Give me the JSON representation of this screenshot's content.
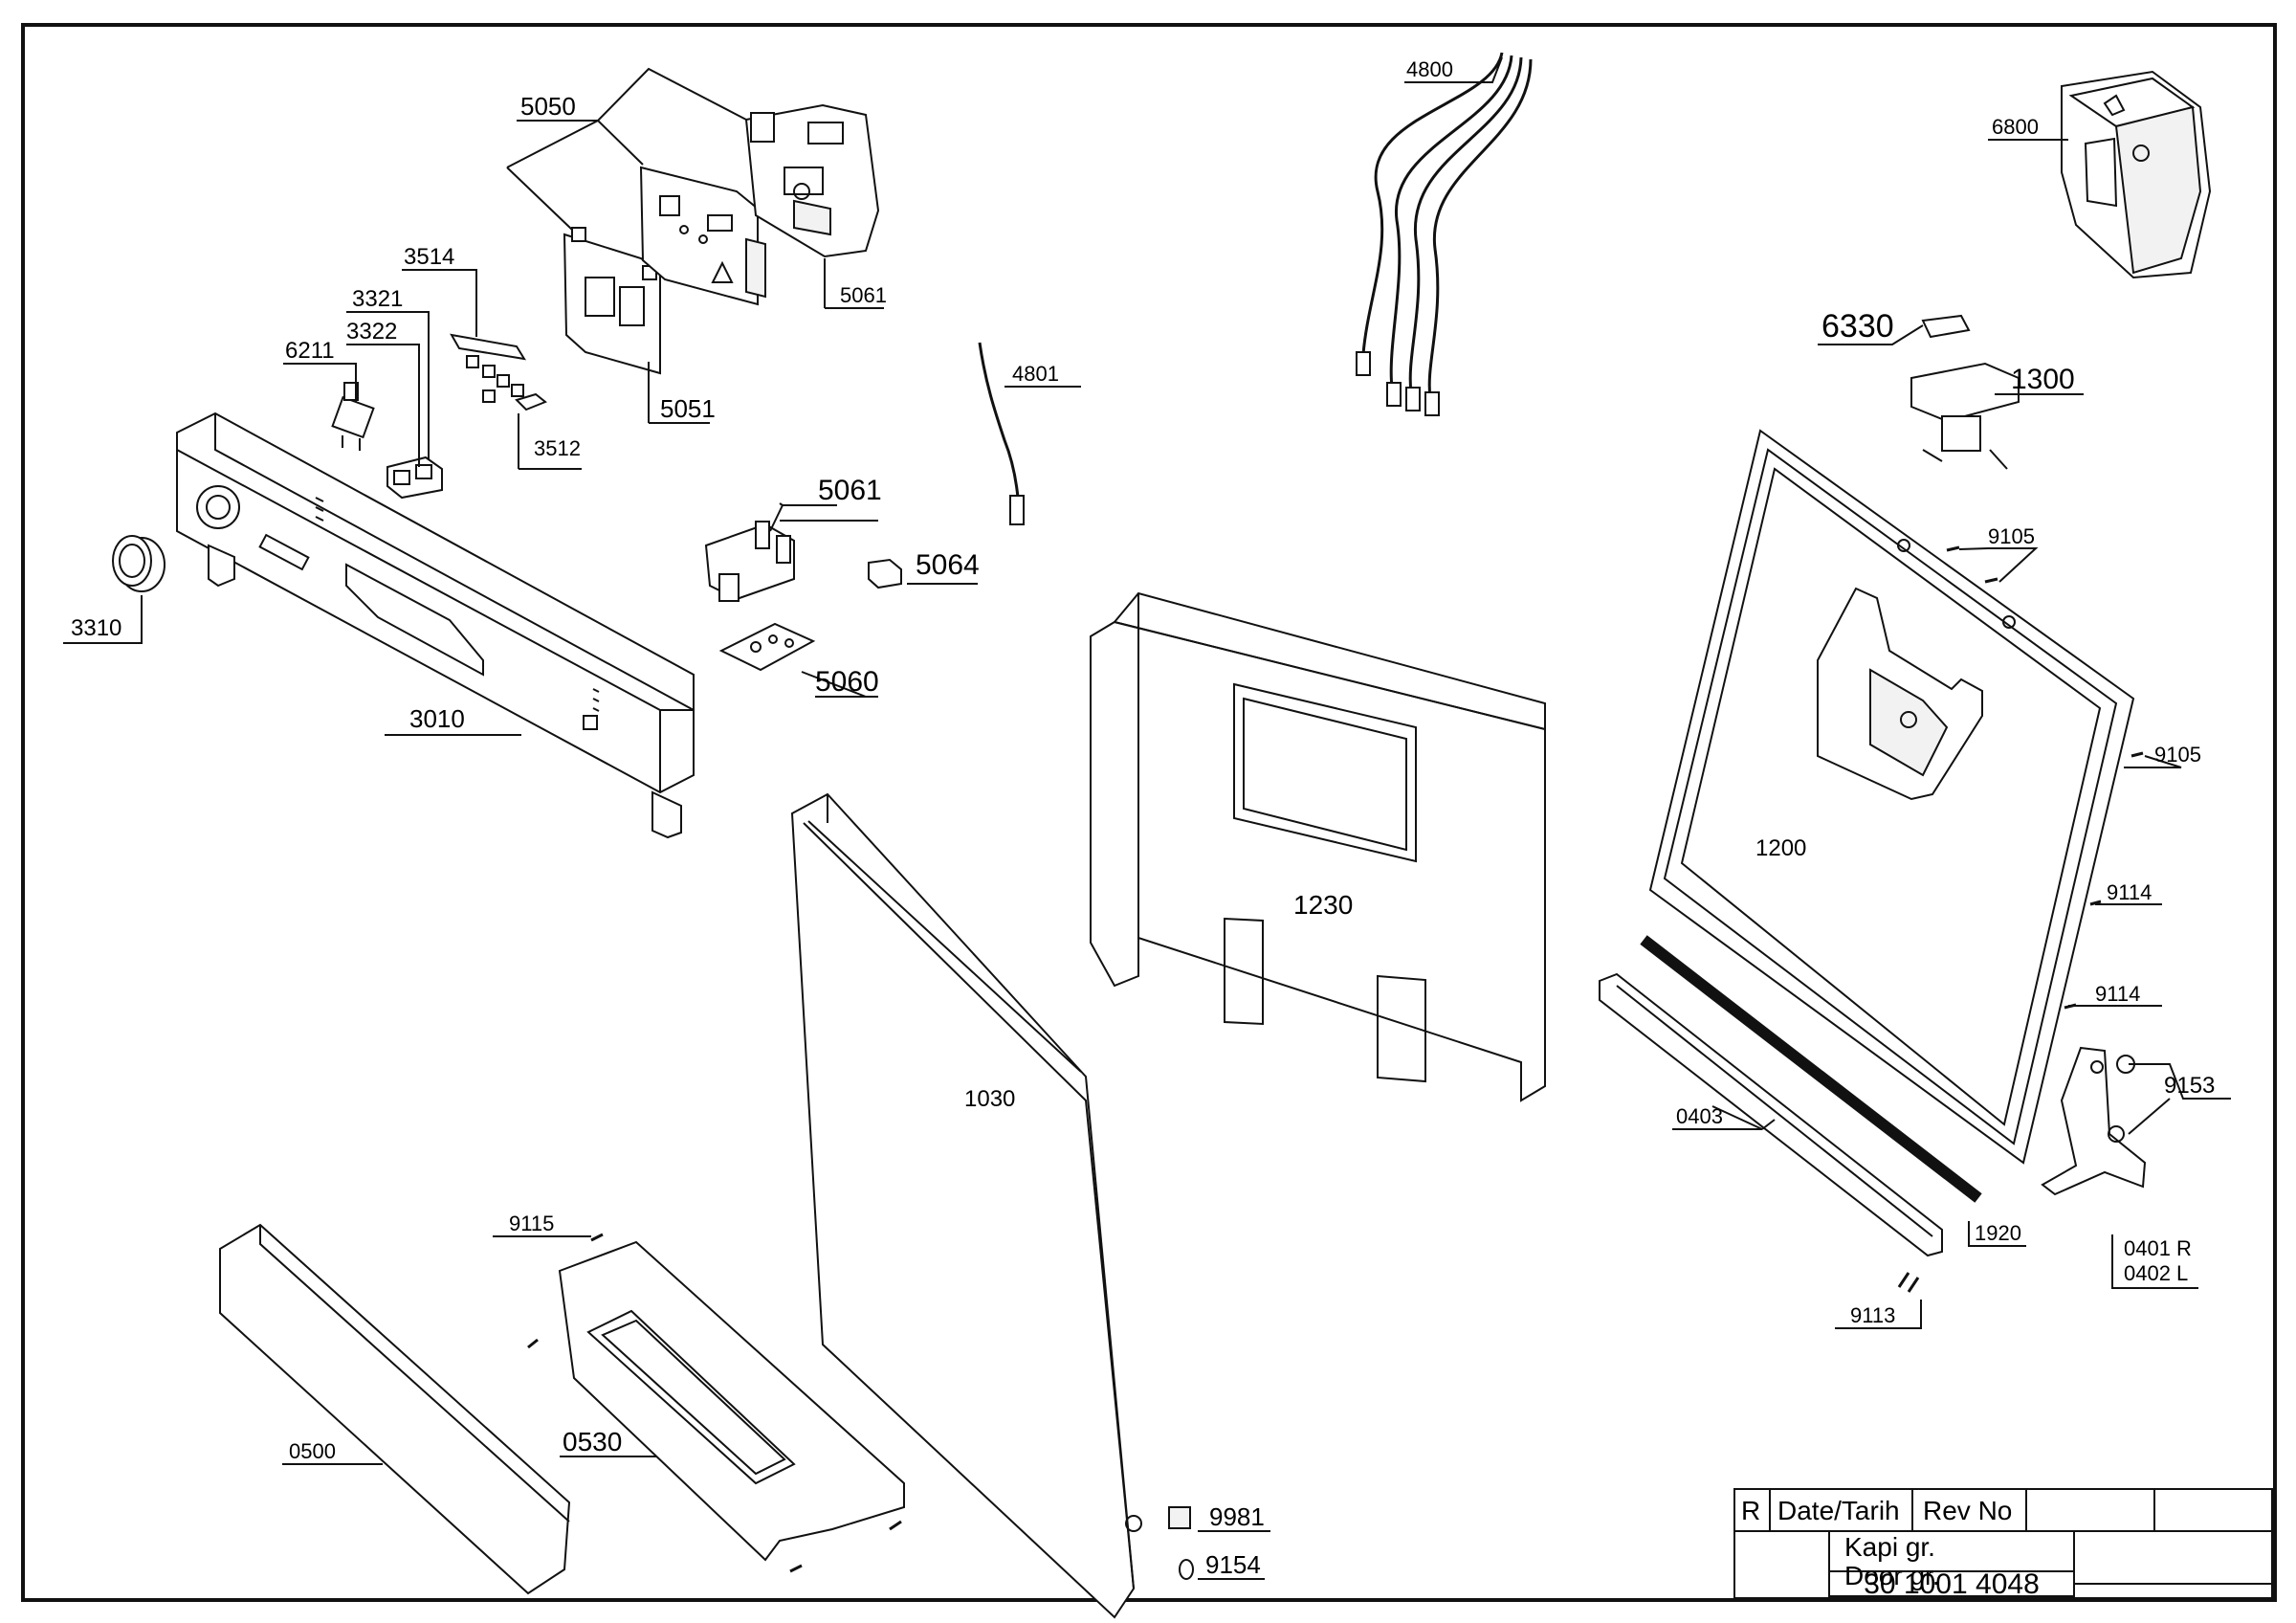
{
  "labels": {
    "p4800": "4800",
    "p6800": "6800",
    "p5050": "5050",
    "p5061a": "5061",
    "p3514": "3514",
    "p3321": "3321",
    "p3322": "3322",
    "p6211": "6211",
    "p5051": "5051",
    "p3512": "3512",
    "p4801": "4801",
    "p6330": "6330",
    "p1300": "1300",
    "p5061b": "5061",
    "p5064": "5064",
    "p3310": "3310",
    "p9105a": "9105",
    "p5060": "5060",
    "p3010": "3010",
    "p9105b": "9105",
    "p1200": "1200",
    "p1230": "1230",
    "p9114a": "9114",
    "p9114b": "9114",
    "p9153": "9153",
    "p1030": "1030",
    "p0403": "0403",
    "p9115": "9115",
    "p1920": "1920",
    "p0401": "0401 R",
    "p0402": "0402 L",
    "p9113": "9113",
    "p0530": "0530",
    "p0500": "0500",
    "p9981": "9981",
    "p9154": "9154"
  },
  "title_block": {
    "rev_marker": "R",
    "date_header": "Date/Tarih",
    "rev_header": "Rev No",
    "name_tr": "Kapi gr.",
    "name_en": "Door gr.",
    "drawing_number": "30 1001 4048"
  }
}
